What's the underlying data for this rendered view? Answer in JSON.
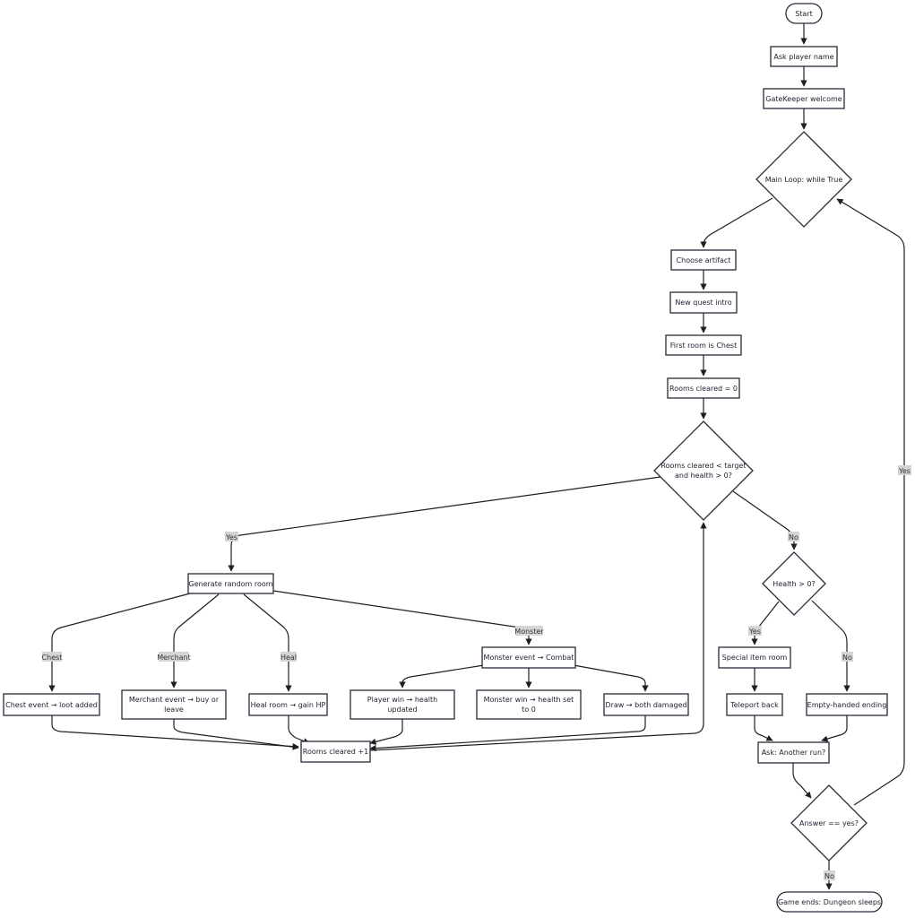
{
  "nodes": {
    "start": "Start",
    "ask_name": "Ask player name",
    "gatekeeper": "GateKeeper welcome",
    "main_loop": "Main Loop: while True",
    "choose_artifact": "Choose artifact",
    "new_quest": "New quest intro",
    "first_room": "First room is Chest",
    "rooms_zero": "Rooms cleared = 0",
    "cond_line1": "Rooms cleared < target",
    "cond_line2": "and health > 0?",
    "gen_room": "Generate random room",
    "chest_event": "Chest event → loot added",
    "merchant_line1": "Merchant event → buy or",
    "merchant_line2": "leave",
    "heal_room": "Heal room → gain HP",
    "monster_event": "Monster event → Combat",
    "player_win_line1": "Player win → health",
    "player_win_line2": "updated",
    "monster_win_line1": "Monster win → health set",
    "monster_win_line2": "to 0",
    "draw": "Draw → both damaged",
    "rooms_plus": "Rooms cleared +1",
    "health_check": "Health > 0?",
    "special_item": "Special item room",
    "teleport": "Teleport back",
    "empty_ending": "Empty-handed ending",
    "ask_again": "Ask: Another run?",
    "answer_yes": "Answer == yes?",
    "game_ends": "Game ends: Dungeon sleeps"
  },
  "edge_labels": {
    "yes_loop": "Yes",
    "yes_rooms": "Yes",
    "no_rooms": "No",
    "chest": "Chest",
    "merchant": "Merchant",
    "heal": "Heal",
    "monster": "Monster",
    "yes_health": "Yes",
    "no_health": "No",
    "no_answer": "No"
  }
}
